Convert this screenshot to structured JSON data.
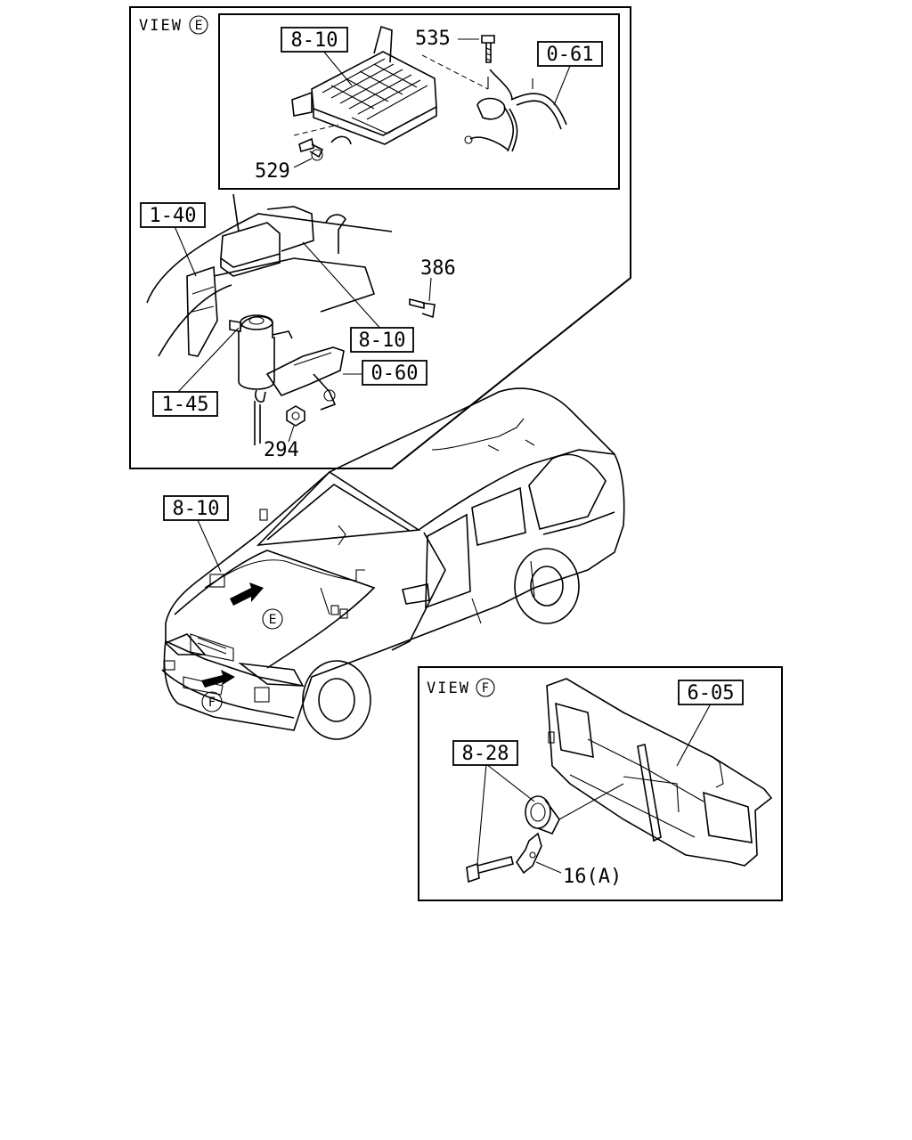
{
  "view_e": {
    "title": "VIEW",
    "marker": "E",
    "labels": {
      "fuse_box_top": "8-10",
      "bolt_535": "535",
      "harness_061": "0-61",
      "bolt_529": "529",
      "part_140": "1-40",
      "bolt_386": "386",
      "fuse_box_mid": "8-10",
      "bracket_060": "0-60",
      "part_145": "1-45",
      "nut_294": "294"
    }
  },
  "vehicle": {
    "label_810": "8-10",
    "arrow_e": "E",
    "arrow_f": "F"
  },
  "view_f": {
    "title": "VIEW",
    "marker": "F",
    "labels": {
      "panel_605": "6-05",
      "horn_828": "8-28",
      "bracket_16a": "16(A)"
    }
  }
}
